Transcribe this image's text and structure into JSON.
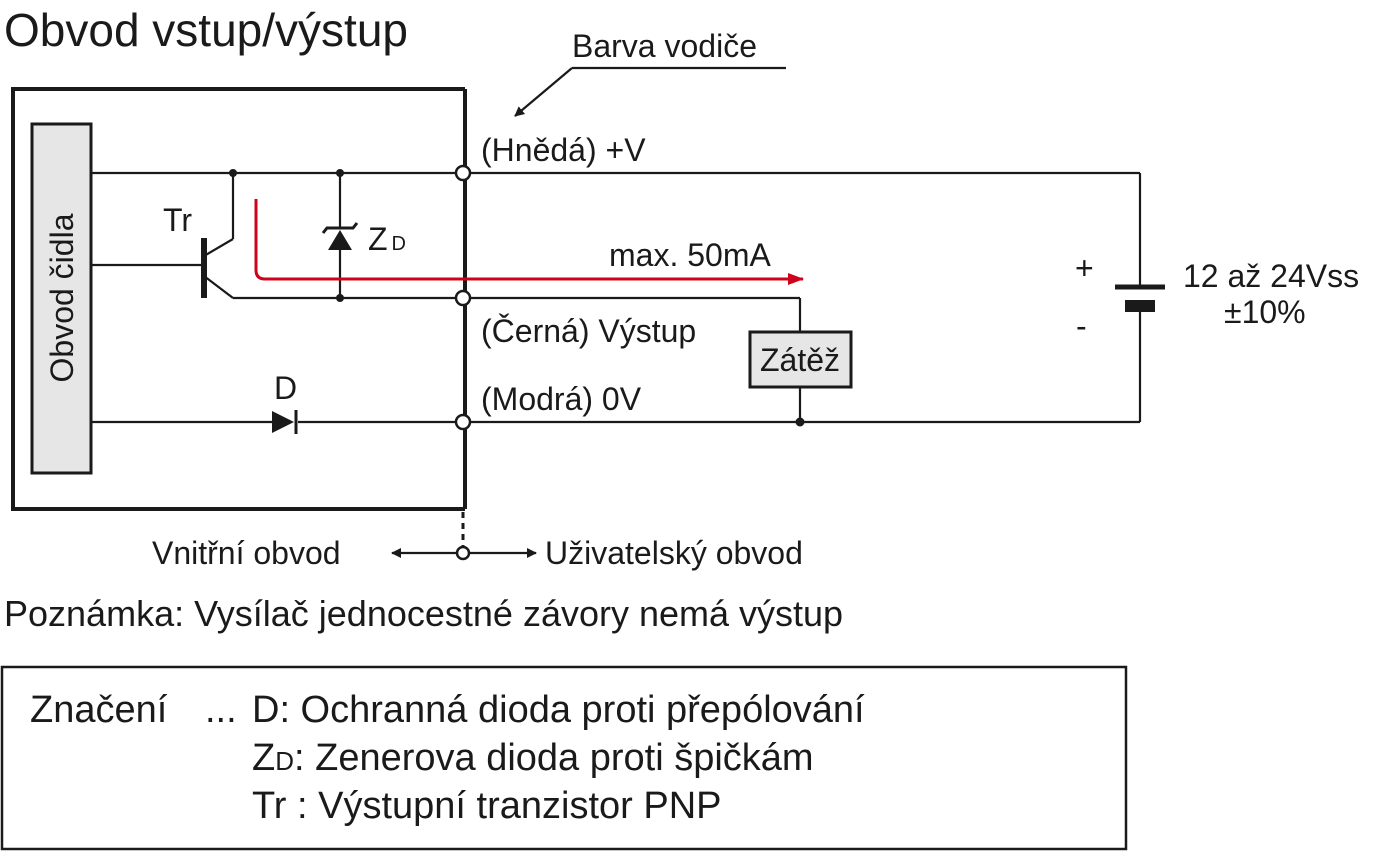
{
  "title": "Obvod vstup/výstup",
  "wire_color_label": "Barva vodiče",
  "sensor_block_label": "Obvod čidla",
  "components": {
    "transistor": "Tr",
    "zener": "Z",
    "zener_sub": "D",
    "diode": "D",
    "load": "Zátěž"
  },
  "current_label": "max. 50mA",
  "terminals": {
    "brown": "(Hnědá) +V",
    "black": "(Černá) Výstup",
    "blue": "(Modrá) 0V"
  },
  "battery": {
    "plus": "+",
    "minus": "-",
    "voltage": "12 až 24Vss",
    "tolerance": "±10%"
  },
  "boundary": {
    "inner": "Vnitřní obvod",
    "user": "Uživatelský obvod"
  },
  "note": "Poznámka: Vysílač jednocestné závory nemá výstup",
  "legend": {
    "heading": "Značení",
    "dots": "...",
    "line1": "D: Ochranná dioda proti přepólování",
    "line2_main": "Z",
    "line2_sub": "D",
    "line2_rest": ": Zenerova dioda proti špičkám",
    "line3": "Tr : Výstupní tranzistor PNP"
  },
  "colors": {
    "line": "#1a1a1a",
    "current_arrow": "#d0021b",
    "load_fill": "#e6e6e6",
    "sensor_fill": "#e6e6e6"
  }
}
